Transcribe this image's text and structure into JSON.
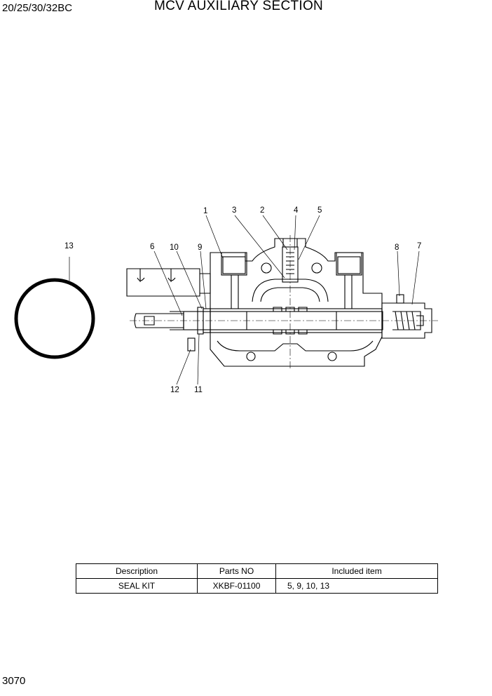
{
  "header": {
    "model": "20/25/30/32BC",
    "title": "MCV AUXILIARY SECTION"
  },
  "callouts": [
    "1",
    "2",
    "3",
    "4",
    "5",
    "6",
    "7",
    "8",
    "9",
    "10",
    "11",
    "12",
    "13"
  ],
  "parts_table": {
    "columns": [
      "Description",
      "Parts NO",
      "Included item"
    ],
    "rows": [
      {
        "description": "SEAL KIT",
        "part_no": "XKBF-01100",
        "included": "5, 9, 10, 13"
      }
    ]
  },
  "footer": {
    "page_number": "3070"
  }
}
